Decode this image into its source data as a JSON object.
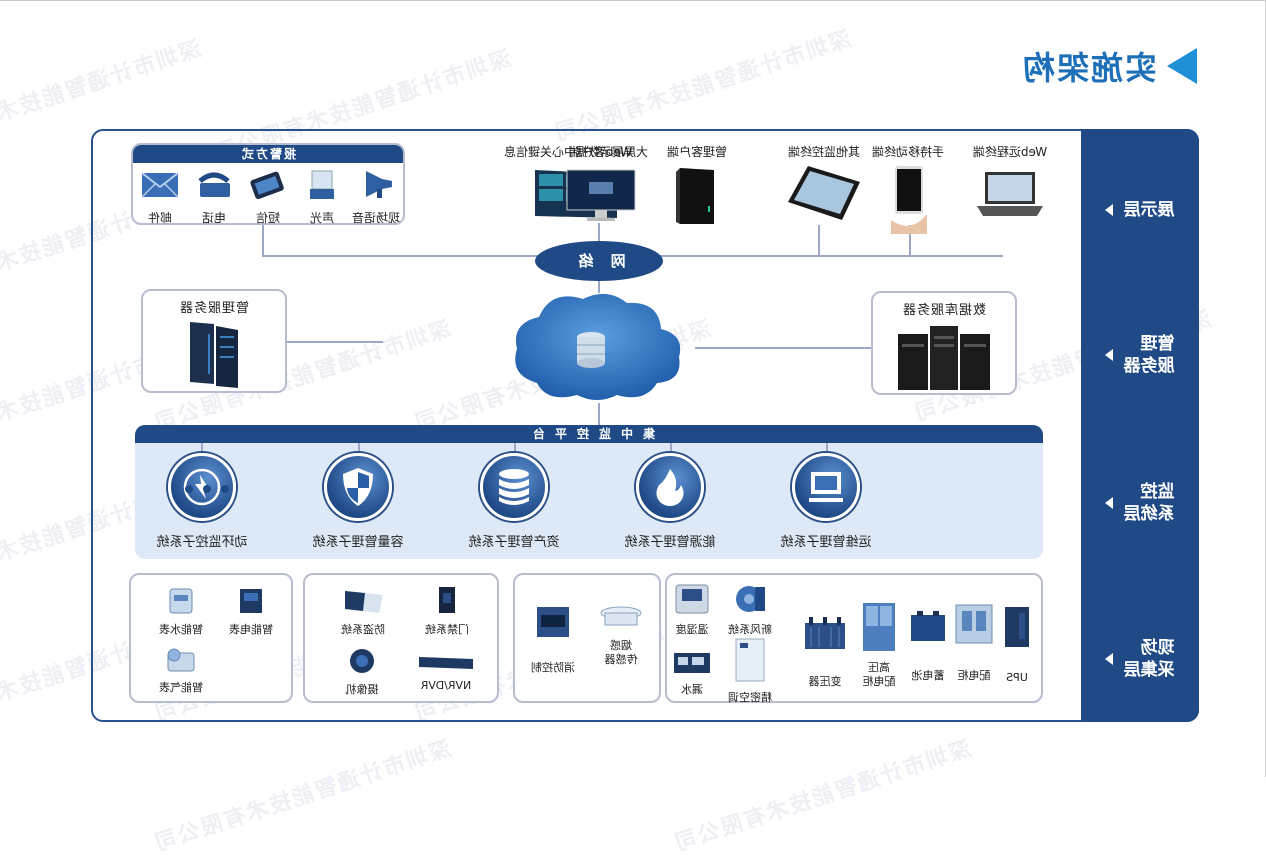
{
  "title": "实施架构",
  "watermark": "深圳市计通智能技术有限公司",
  "colors": {
    "primary": "#1f4a86",
    "accent": "#1f8fd6",
    "platform_bg": "#dde9f6",
    "box_border": "#b7bcd0"
  },
  "layers": [
    {
      "label_line1": "展示层",
      "label_line2": ""
    },
    {
      "label_line1": "管理",
      "label_line2": "服务器"
    },
    {
      "label_line1": "监控",
      "label_line2": "系统层"
    },
    {
      "label_line1": "现场",
      "label_line2": "采集层"
    }
  ],
  "alarm": {
    "title": "报警方式",
    "items": [
      {
        "label": "现场语音",
        "icon": "speaker-horn-icon"
      },
      {
        "label": "声光",
        "icon": "siren-light-icon"
      },
      {
        "label": "短信",
        "icon": "phone-sms-icon"
      },
      {
        "label": "电话",
        "icon": "telephone-icon"
      },
      {
        "label": "邮件",
        "icon": "mail-icon"
      }
    ]
  },
  "terminals": [
    {
      "label": "大屏展示数据中心关键信息",
      "icon": "video-wall-icon"
    },
    {
      "label": "Web客户端",
      "icon": "monitor-icon"
    },
    {
      "label": "管理客户端",
      "icon": "desktop-tower-icon"
    },
    {
      "label": "其他监控终端",
      "icon": "tablet-icon"
    },
    {
      "label": "手持移动终端",
      "icon": "smartphone-icon"
    },
    {
      "label": "Web远程终端",
      "icon": "laptop-icon"
    }
  ],
  "network": {
    "label": "网 络"
  },
  "servers": {
    "management": {
      "title": "管理服务器",
      "icon": "rack-server-icon"
    },
    "database": {
      "title": "数据库服务器",
      "icon": "tower-servers-icon"
    }
  },
  "platform": {
    "title": "集中监控平台",
    "subsystems": [
      {
        "label": "动环监控子系统",
        "icon": "lightning-icon"
      },
      {
        "label": "容量管理子系统",
        "icon": "shield-icon"
      },
      {
        "label": "资产管理子系统",
        "icon": "database-icon"
      },
      {
        "label": "能源管理子系统",
        "icon": "flame-icon"
      },
      {
        "label": "运维管理子系统",
        "icon": "computer-icon"
      }
    ],
    "more": "..."
  },
  "collection": {
    "power_env": [
      {
        "label": "温湿度",
        "icon": "thermo-hygrometer-icon"
      },
      {
        "label": "新风系统",
        "icon": "fresh-air-fan-icon"
      },
      {
        "label": "漏水",
        "icon": "water-leak-detector-icon"
      },
      {
        "label": "精密空调",
        "icon": "precision-ac-icon"
      },
      {
        "label": "变压器",
        "icon": "transformer-icon"
      },
      {
        "label": "高压\n配电柜",
        "icon": "hv-cabinet-icon"
      },
      {
        "label": "蓄电池",
        "icon": "battery-icon"
      },
      {
        "label": "配电柜",
        "icon": "distribution-cabinet-icon"
      },
      {
        "label": "UPS",
        "icon": "ups-icon"
      }
    ],
    "fire": [
      {
        "label": "烟感\n传感器",
        "icon": "smoke-sensor-icon"
      },
      {
        "label": "消防控制",
        "icon": "fire-control-panel-icon"
      }
    ],
    "security": [
      {
        "label": "防盗系统",
        "icon": "bullet-camera-icon"
      },
      {
        "label": "门禁系统",
        "icon": "access-control-icon"
      },
      {
        "label": "摄像机",
        "icon": "dome-camera-icon"
      },
      {
        "label": "NVR/DVR",
        "icon": "nvr-icon"
      }
    ],
    "meters": [
      {
        "label": "智能水表",
        "icon": "water-meter-icon"
      },
      {
        "label": "智能电表",
        "icon": "electric-meter-icon"
      },
      {
        "label": "智能气表",
        "icon": "gas-meter-icon"
      }
    ]
  }
}
